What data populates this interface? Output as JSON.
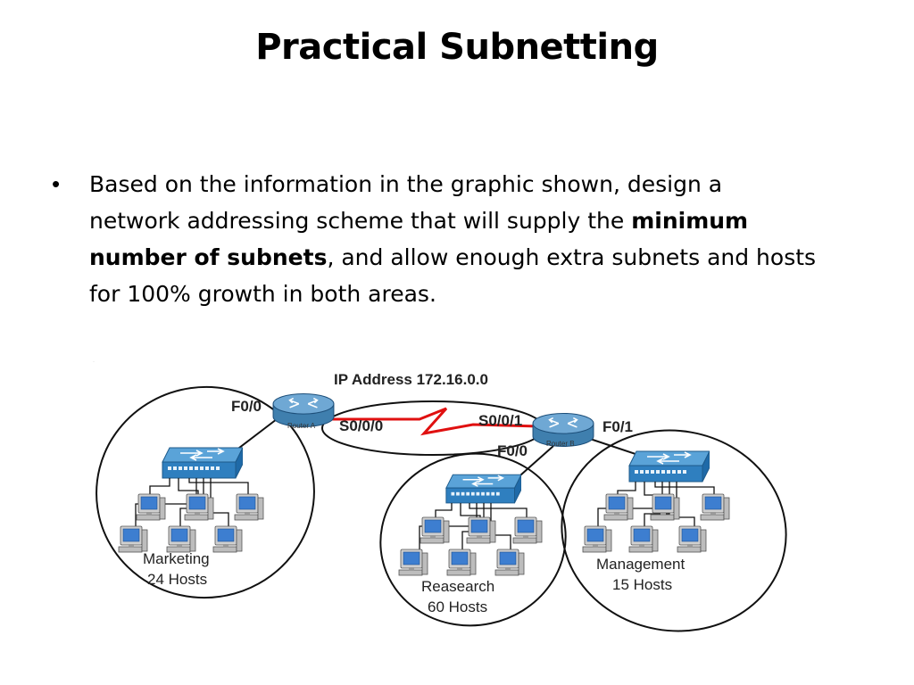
{
  "slide": {
    "title": "Practical Subnetting",
    "bullet_symbol": "•",
    "bullet": {
      "before": "Based on the information in the graphic shown, design a network addressing scheme that will supply the ",
      "bold": "minimum number of subnets",
      "after": ", and allow enough extra subnets and hosts for 100% growth in both areas."
    }
  },
  "diagram": {
    "ip_address_label": "IP Address 172.16.0.0",
    "router_a": {
      "name": "Router A",
      "f00": "F0/0",
      "s000": "S0/0/0"
    },
    "router_b": {
      "name": "Router B",
      "s001": "S0/0/1",
      "f00": "F0/0",
      "f01": "F0/1"
    },
    "lans": [
      {
        "name": "Marketing",
        "hosts": "24 Hosts"
      },
      {
        "name": "Reasearch",
        "hosts": "60 Hosts"
      },
      {
        "name": "Management",
        "hosts": "15 Hosts"
      }
    ],
    "colors": {
      "router": "#4a8ab8",
      "switch": "#2f7fbf",
      "wan_link": "#e01010",
      "outline": "#111111",
      "pc_screen": "#3d7ed0"
    }
  }
}
